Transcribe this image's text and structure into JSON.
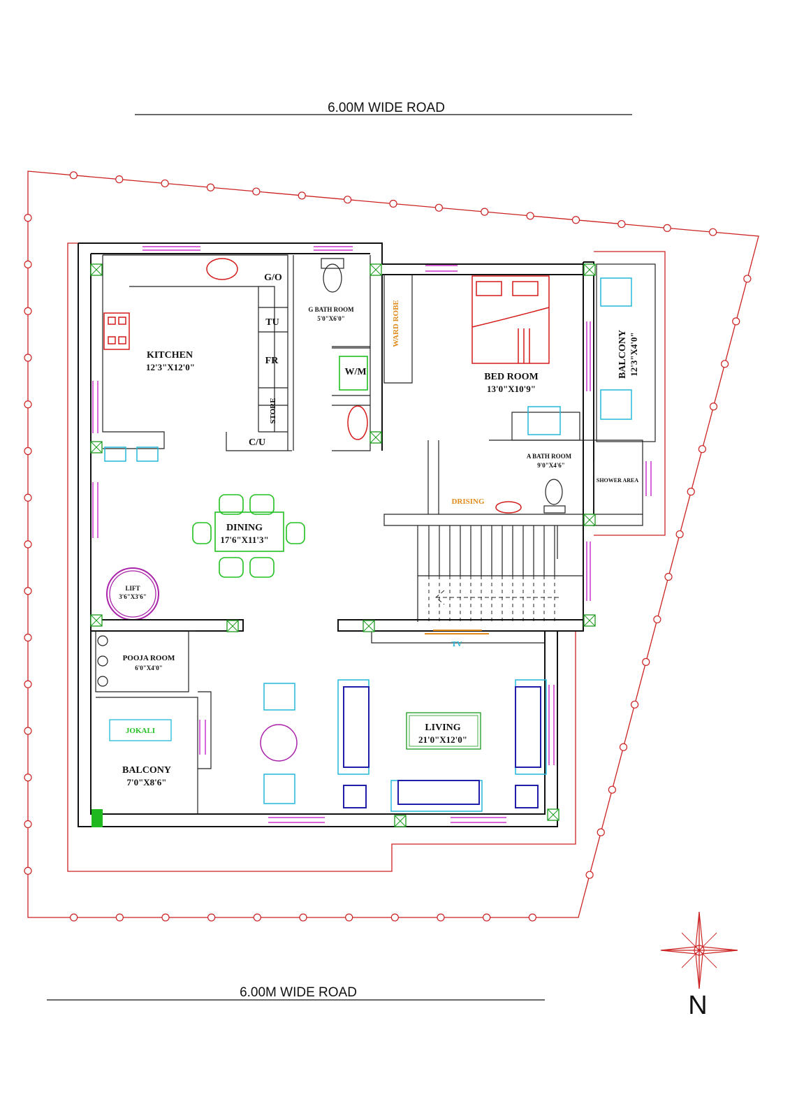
{
  "roads": {
    "top": "6.00M WIDE ROAD",
    "bottom": "6.00M WIDE ROAD"
  },
  "north": "N",
  "rooms": {
    "kitchen": {
      "name": "KITCHEN",
      "size": "12'3\"X12'0\""
    },
    "go": "G/O",
    "tu": "TU",
    "fr": "FR",
    "store": "STORE",
    "cu": "C/U",
    "gbath": {
      "name": "G BATH ROOM",
      "size": "5'0\"X6'0\""
    },
    "wm": "W/M",
    "wardrobe": "WARD ROBE",
    "bedroom": {
      "name": "BED ROOM",
      "size": "13'0\"X10'9\""
    },
    "balcony_right": {
      "name": "BALCONY",
      "size": "12'3\"X4'0\""
    },
    "abath": {
      "name": "A BATH ROOM",
      "size": "9'0\"X4'6\""
    },
    "shower": "SHOWER AREA",
    "drising": "DRISING",
    "dining": {
      "name": "DINING",
      "size": "17'6\"X11'3\""
    },
    "lift": {
      "name": "LIFT",
      "size": "3'6\"X3'6\""
    },
    "pooja": {
      "name": "POOJA ROOM",
      "size": "6'0\"X4'0\""
    },
    "jokali": "JOKALI",
    "balcony_left": {
      "name": "BALCONY",
      "size": "7'0\"X8'6\""
    },
    "living": {
      "name": "LIVING",
      "size": "21'0\"X12'0\""
    },
    "tv": "TV"
  },
  "colors": {
    "boundary": "#cc2222",
    "window": "#cc33cc",
    "column": "#1a9a1a",
    "furniture_cyan": "#22b8d8",
    "dining_green": "#22c022",
    "sofa_blue": "#1e1ea8",
    "label_orange": "#e08a1a"
  }
}
